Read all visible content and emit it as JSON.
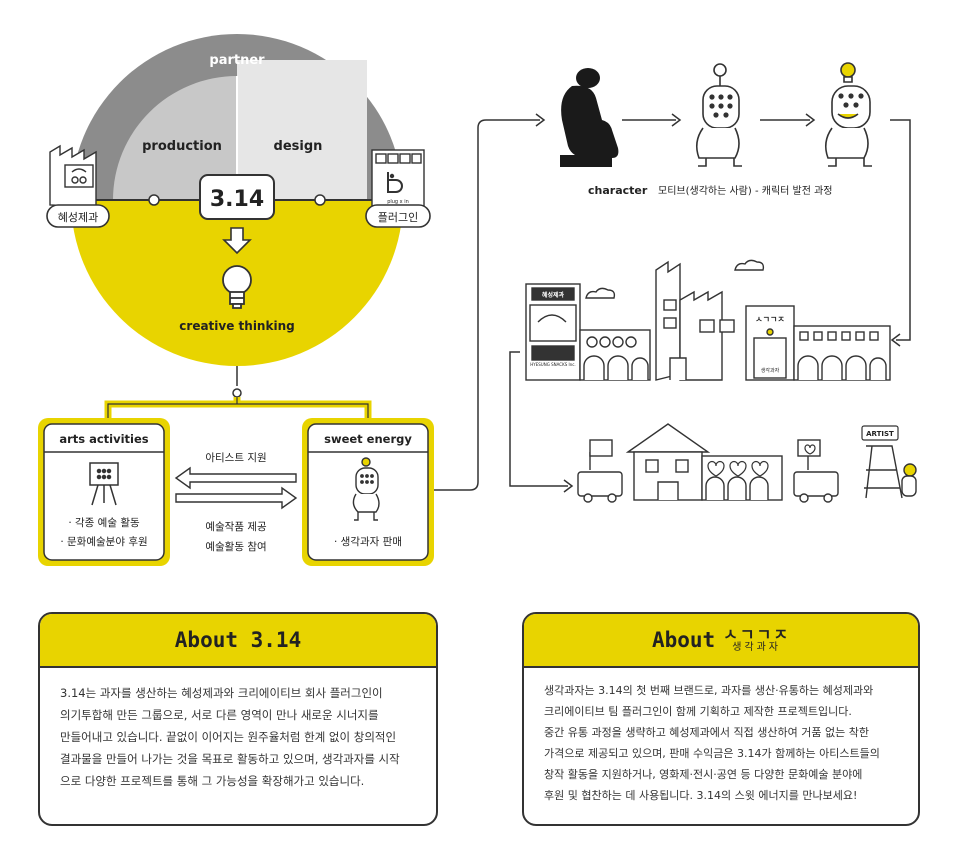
{
  "diagram": {
    "partner_label": "partner",
    "production_label": "production",
    "design_label": "design",
    "center_label": "3.14",
    "left_company": "혜성제과",
    "right_company": "플러그인",
    "creative_label": "creative thinking",
    "arts_title": "arts activities",
    "arts_items": [
      "· 각종 예술 활동",
      "· 문화예술분야 후원"
    ],
    "sweet_title": "sweet energy",
    "sweet_item": "· 생각과자 판매",
    "arrow_top_label": "아티스트 지원",
    "arrow_bottom_label_1": "예술작품 제공",
    "arrow_bottom_label_2": "예술활동 참여",
    "character_bold": "character",
    "character_desc": "모티브(생각하는 사람) - 캐릭터 발전 과정",
    "factory_sign_left": "혜성제과",
    "factory_sign_left_en": "HYESUNG SNACKS Inc.",
    "factory_brand_sign": "ㅅㄱㄱㅈ",
    "factory_door_text": "생각과자",
    "artist_sign": "ARTIST",
    "plug_logo_text": "plug x in",
    "colors": {
      "yellow": "#e8d400",
      "gray_outer": "#8c8c8c",
      "gray_mid": "#c8c8c8",
      "gray_light": "#e6e6e6",
      "line": "#333333"
    }
  },
  "about_314": {
    "title": "About 3.14",
    "lines": [
      "3.14는 과자를 생산하는 혜성제과와 크리에이티브 회사 플러그인이",
      "의기투합해 만든 그룹으로, 서로 다른 영역이 만나 새로운 시너지를",
      "만들어내고 있습니다. 끝없이 이어지는 원주율처럼 한계 없이 창의적인",
      "결과물을 만들어 나가는 것을 목표로 활동하고 있으며, 생각과자를 시작",
      "으로 다양한 프로젝트를 통해 그 가능성을 확장해가고 있습니다."
    ]
  },
  "about_brand": {
    "title_prefix": "About",
    "brand_main": "ㅅㄱㄱㅈ",
    "brand_sub": "생각과자",
    "lines": [
      "생각과자는 3.14의 첫 번째 브랜드로, 과자를 생산·유통하는 혜성제과와",
      "크리에이티브 팀 플러그인이 함께 기획하고 제작한 프로젝트입니다.",
      "중간 유통 과정을 생략하고 혜성제과에서 직접 생산하여 거품 없는 착한",
      "가격으로 제공되고 있으며, 판매 수익금은 3.14가 함께하는 아티스트들의",
      "창작 활동을 지원하거나, 영화제·전시·공연 등 다양한 문화예술 분야에",
      "후원 및 협찬하는 데 사용됩니다. 3.14의 스윗 에너지를 만나보세요!"
    ]
  }
}
